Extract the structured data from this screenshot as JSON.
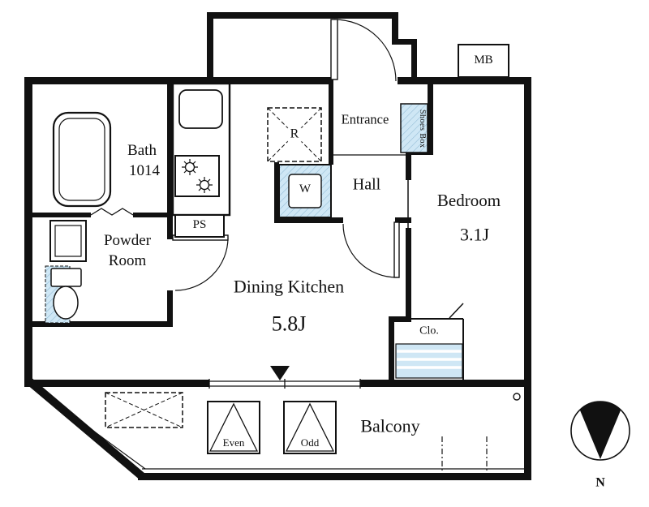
{
  "plan": {
    "rooms": {
      "bath": {
        "label": "Bath",
        "size": "1014"
      },
      "powder_room": {
        "line1": "Powder",
        "line2": "Room"
      },
      "hall": {
        "label": "Hall"
      },
      "entrance": {
        "label": "Entrance"
      },
      "dining_kitchen": {
        "label": "Dining Kitchen",
        "size": "5.8J"
      },
      "bedroom": {
        "label": "Bedroom",
        "size": "3.1J"
      },
      "balcony": {
        "label": "Balcony"
      }
    },
    "fixtures": {
      "meter_box": "MB",
      "pipe_space": "PS",
      "refrigerator": "R",
      "washer": "W",
      "shoes_box": "Shoes Box",
      "closet": "Clo.",
      "sash_even": "Even",
      "sash_odd": "Odd"
    },
    "compass": {
      "north": "N"
    },
    "colors": {
      "wall": "#111111",
      "fixture_fill": "#cfe7f5",
      "hatch_line": "#8fb9d4",
      "background": "#ffffff"
    }
  }
}
